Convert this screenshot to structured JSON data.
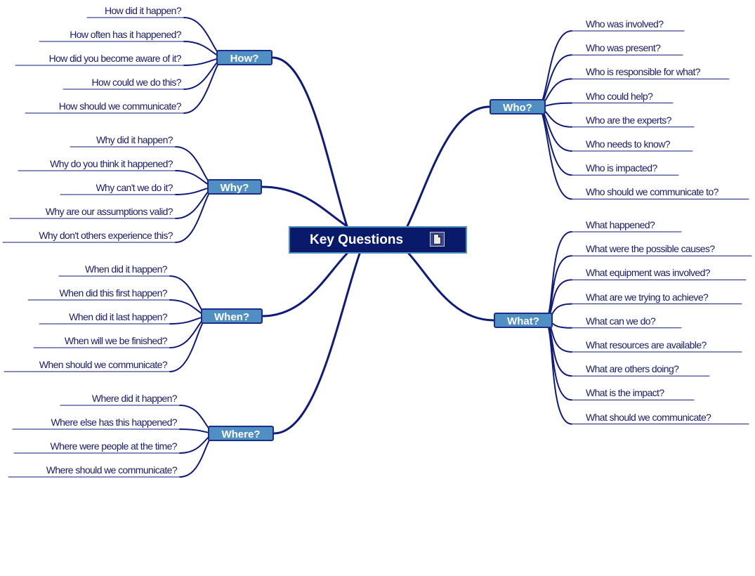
{
  "central_topic": "Key Questions",
  "branches": {
    "how": {
      "label": "How?",
      "items": [
        "How did it happen?",
        "How often has it happened?",
        "How did you become aware of it?",
        "How could we do this?",
        "How should we communicate?"
      ]
    },
    "why": {
      "label": "Why?",
      "items": [
        "Why did it happen?",
        "Why do you think it happened?",
        "Why can't we do it?",
        "Why are our assumptions valid?",
        "Why don't others experience this?"
      ]
    },
    "when": {
      "label": "When?",
      "items": [
        "When did it happen?",
        "When did this first happen?",
        "When did it last happen?",
        "When will we be finished?",
        "When should we communicate?"
      ]
    },
    "where": {
      "label": "Where?",
      "items": [
        "Where did it happen?",
        "Where else has this happened?",
        "Where were people at the time?",
        "Where should we communicate?"
      ]
    },
    "who": {
      "label": "Who?",
      "items": [
        "Who was involved?",
        "Who was present?",
        "Who is responsible for what?",
        "Who could help?",
        "Who are the experts?",
        "Who needs to know?",
        "Who is impacted?",
        "Who should we communicate to?"
      ]
    },
    "what": {
      "label": "What?",
      "items": [
        "What happened?",
        "What were the possible causes?",
        "What equipment was involved?",
        "What are we trying to achieve?",
        "What can we do?",
        "What resources are available?",
        "What are others doing?",
        "What is the impact?",
        "What should we communicate?"
      ]
    }
  },
  "colors": {
    "line": "#101a7a",
    "branch_fill": "#4f8fc4",
    "branch_border": "#1c2d86",
    "central_fill": "#0a1a6b",
    "leaf_text": "#1a1a6e"
  },
  "icons": {
    "central": "document-icon"
  }
}
